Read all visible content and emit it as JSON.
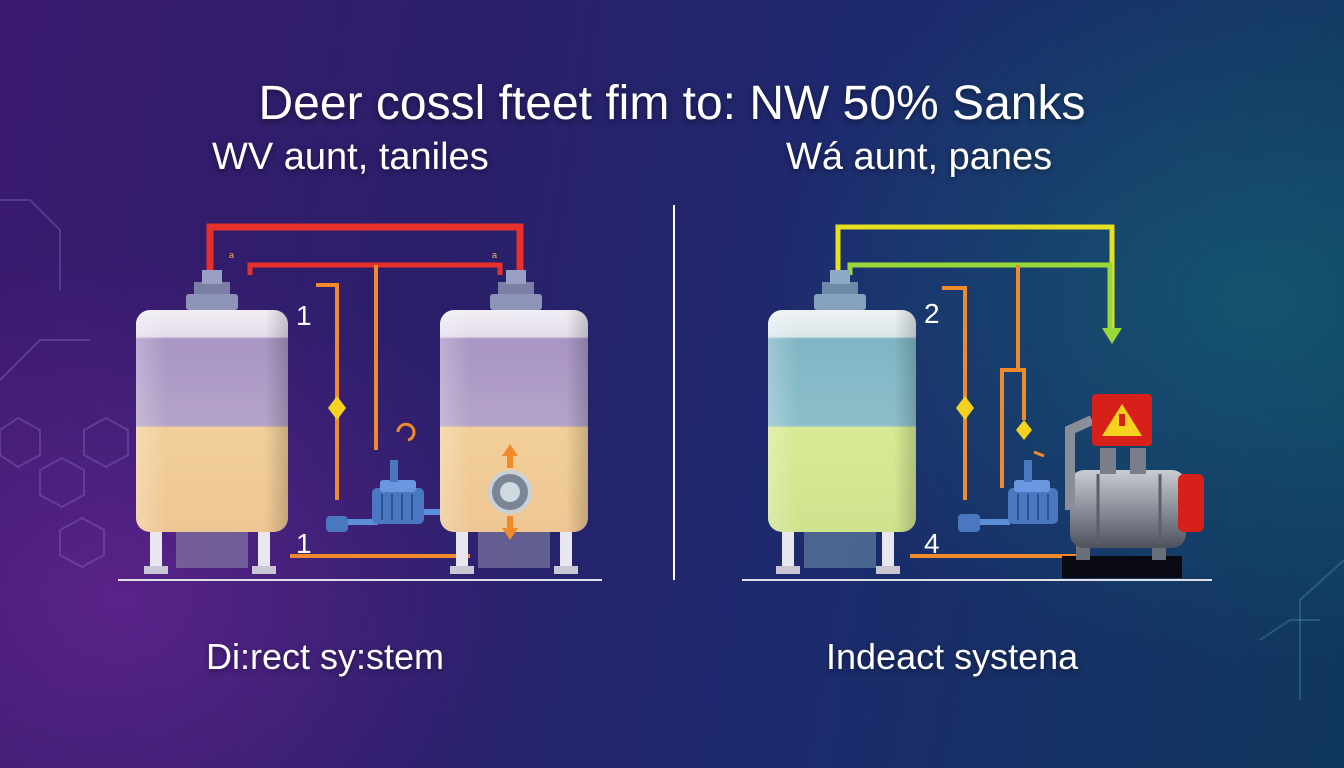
{
  "title": "Deer cossl fteet fim to: NW 50% Sanks",
  "panels": {
    "left": {
      "subtitle": "WV aunt, taniles",
      "caption": "Di:rect sy:stem",
      "numbers": [
        "1",
        "1"
      ],
      "pipe_labels": [
        "a",
        "a"
      ]
    },
    "right": {
      "subtitle": "Wá aunt, panes",
      "caption": "Indeact systena",
      "numbers": [
        "2",
        "4"
      ]
    }
  },
  "colors": {
    "hot_pipe": "#e8302a",
    "warm_pipe": "#f08a2a",
    "yellow_pipe": "#e6e020",
    "green_pipe": "#9ad83a",
    "pump": "#4a78c0",
    "heater_warning": "#d8201a"
  },
  "icons": [
    "flow-arrow-icon",
    "pump-icon",
    "valve-icon",
    "warning-icon"
  ]
}
